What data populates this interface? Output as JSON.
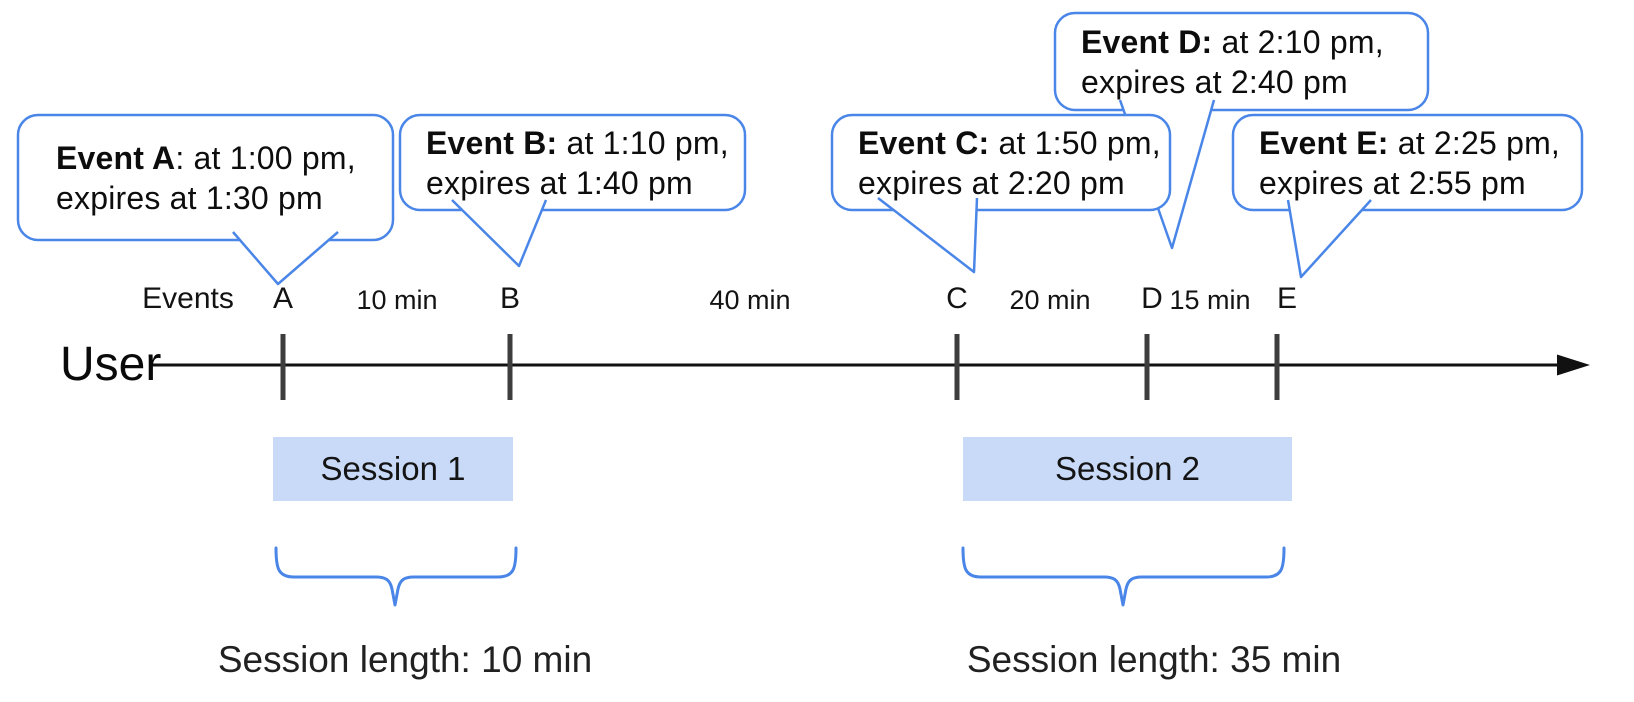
{
  "colors": {
    "accent_blue": "#4a86e8",
    "session_fill": "#c9daf8",
    "tick_gray": "#3d3d3d",
    "axis_black": "#111111"
  },
  "callouts": [
    {
      "id": "A",
      "bold": "Event A",
      "rest": ": at 1:00 pm,",
      "line2": "expires at 1:30 pm"
    },
    {
      "id": "B",
      "bold": "Event B:",
      "rest": " at 1:10 pm,",
      "line2": "expires at 1:40 pm"
    },
    {
      "id": "C",
      "bold": "Event C:",
      "rest": " at 1:50 pm,",
      "line2": "expires at 2:20 pm"
    },
    {
      "id": "D",
      "bold": "Event D:",
      "rest": " at 2:10 pm,",
      "line2": "expires at 2:40 pm"
    },
    {
      "id": "E",
      "bold": "Event E:",
      "rest": " at 2:25 pm,",
      "line2": "expires at 2:55 pm"
    }
  ],
  "timeline": {
    "events_label": "Events",
    "axis_label": "User",
    "tick_labels": [
      "A",
      "B",
      "C",
      "D",
      "E"
    ],
    "interval_labels": [
      "10 min",
      "40 min",
      "20 min",
      "15 min"
    ]
  },
  "sessions": [
    {
      "label": "Session 1",
      "caption": "Session length: 10 min"
    },
    {
      "label": "Session 2",
      "caption": "Session length: 35 min"
    }
  ]
}
